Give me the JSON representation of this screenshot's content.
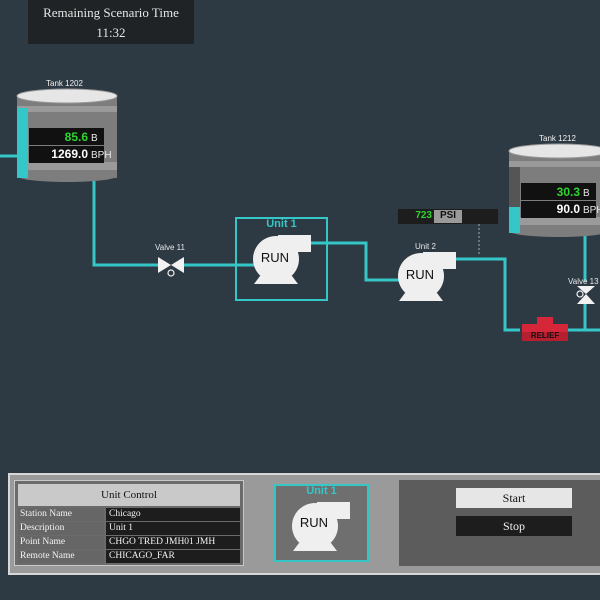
{
  "timer": {
    "title": "Remaining Scenario Time",
    "value": "11:32"
  },
  "tank1202": {
    "label": "Tank 1202",
    "level": "85.6",
    "level_unit": "B",
    "flow": "1269.0",
    "flow_unit": "BPH"
  },
  "tank1212": {
    "label": "Tank 1212",
    "level": "30.3",
    "level_unit": "B",
    "flow": "90.0",
    "flow_unit": "BPH"
  },
  "valve11": {
    "label": "Valve 11"
  },
  "valve13": {
    "label": "Valve 13"
  },
  "unit1": {
    "label": "Unit 1",
    "status": "RUN"
  },
  "unit2": {
    "label": "Unit 2",
    "status": "RUN"
  },
  "pressure": {
    "value": "723",
    "unit": "PSI"
  },
  "relief": {
    "label": "RELIEF"
  },
  "unit_control": {
    "title": "Unit Control",
    "rows": [
      {
        "key": "Station Name",
        "value": "Chicago"
      },
      {
        "key": "Description",
        "value": "Unit 1"
      },
      {
        "key": "Point Name",
        "value": "CHGO TRED JMH01 JMH"
      },
      {
        "key": "Remote Name",
        "value": "CHICAGO_FAR"
      }
    ],
    "selected_unit": {
      "label": "Unit 1",
      "status": "RUN"
    },
    "start_label": "Start",
    "stop_label": "Stop"
  },
  "colors": {
    "background": "#2e3a43",
    "pipe": "#35c7c8",
    "level_green": "#2ed52e",
    "relief_red": "#d6263a"
  },
  "icons": [
    "pump-icon",
    "valve-icon",
    "relief-valve-icon"
  ]
}
